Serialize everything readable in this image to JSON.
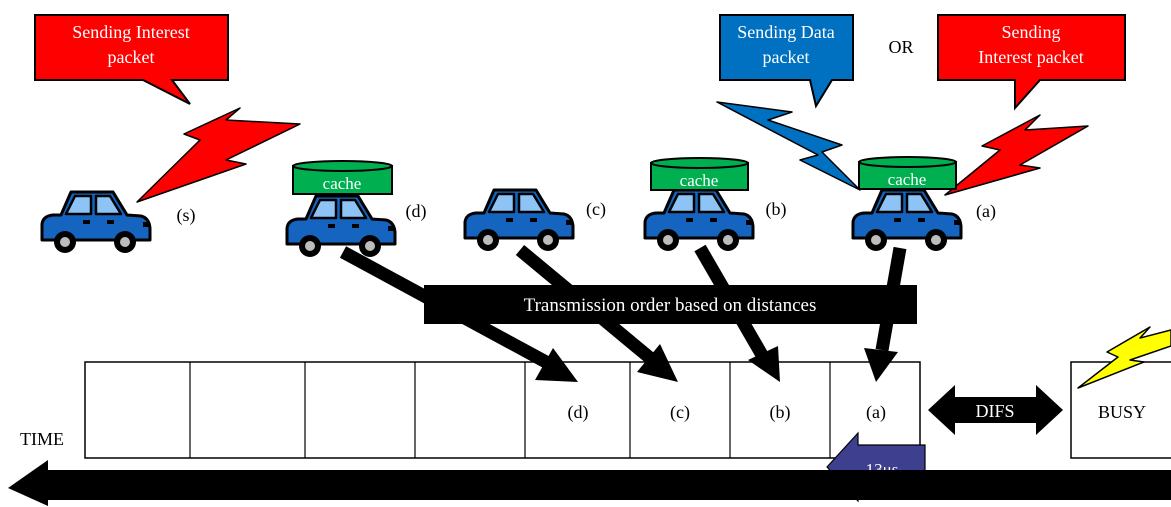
{
  "colors": {
    "interest": "#ff0000",
    "data": "#0070c0",
    "car": "#1565c0",
    "cache": "#00b050",
    "busy_flash": "#ffff00",
    "slot_arrow": "#3f3f8f",
    "black": "#000000"
  },
  "callouts": {
    "interest_left_line1": "Sending  Interest",
    "interest_left_line2": "packet",
    "data_line1": "Sending  Data",
    "data_line2": "packet",
    "or": "OR",
    "interest_right_line1": "Sending",
    "interest_right_line2": "Interest packet"
  },
  "vehicles": {
    "s": "(s)",
    "d": "(d)",
    "c": "(c)",
    "b": "(b)",
    "a": "(a)"
  },
  "cache_label": "cache",
  "banner": "Transmission order based on distances",
  "slots": [
    "(d)",
    "(c)",
    "(b)",
    "(a)"
  ],
  "difs": "DIFS",
  "busy": "BUSY",
  "time": "TIME",
  "slot_time": "13μs"
}
